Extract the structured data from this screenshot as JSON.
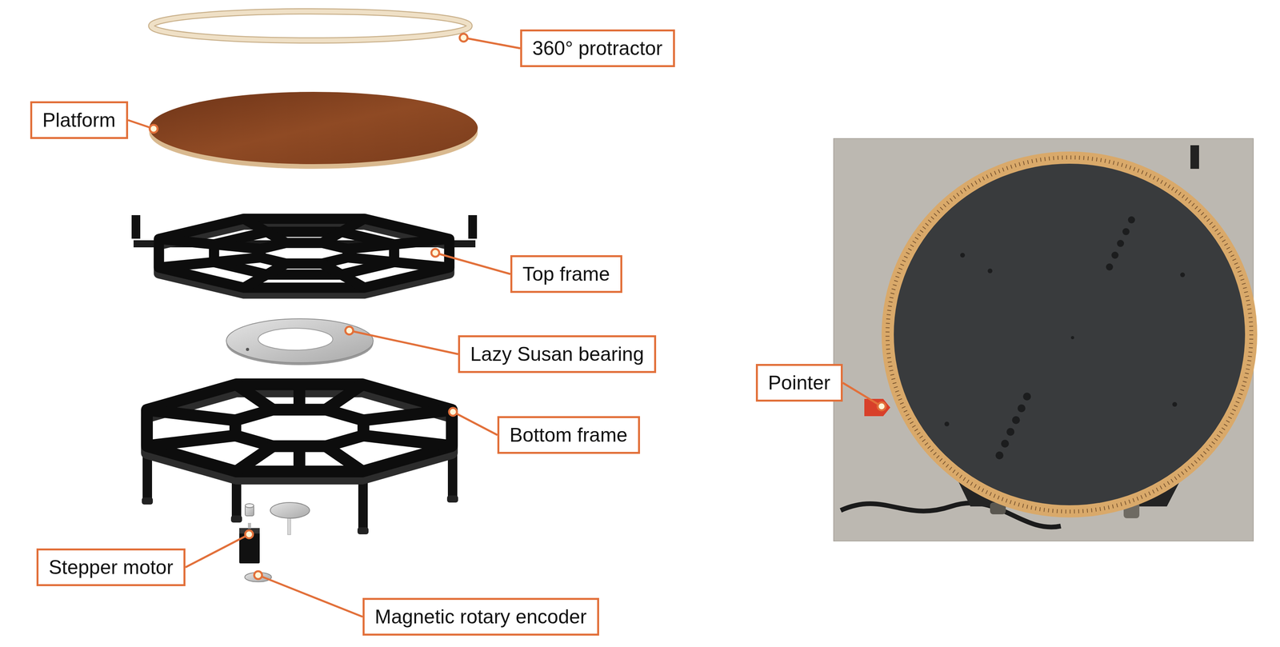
{
  "diagram": {
    "nodes": [
      {
        "text": [
          "360° protractor"
        ]
      },
      {
        "text": [
          "Platform"
        ]
      },
      {
        "text": [
          "Top frame"
        ]
      },
      {
        "text": [
          "Lazy Susan bearing"
        ]
      },
      {
        "text": [
          "Bottom frame"
        ]
      },
      {
        "text": [
          "Stepper motor"
        ]
      },
      {
        "text": [
          "Magnetic rotary encoder"
        ]
      },
      {
        "text": [
          "Pointer"
        ]
      }
    ]
  }
}
